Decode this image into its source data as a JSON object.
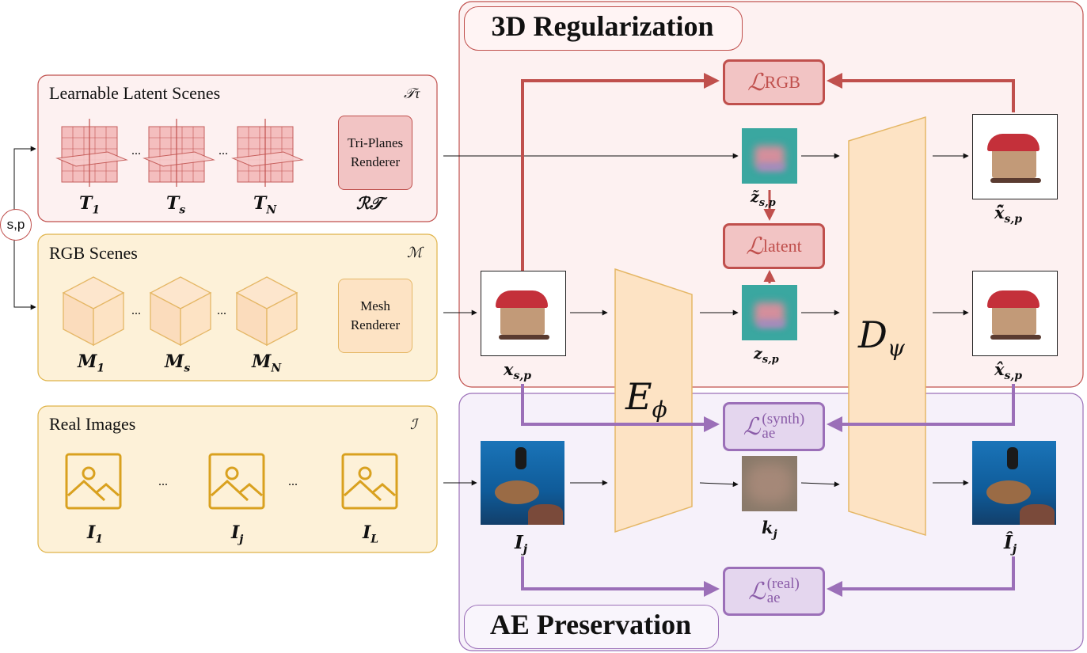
{
  "panels": {
    "regularization_title": "3D Regularization",
    "preservation_title": "AE Preservation",
    "latent_scenes": {
      "title": "Learnable Latent Scenes",
      "symbol": "𝒯τ",
      "renderer": [
        "Tri-Planes",
        "Renderer"
      ],
      "renderer_symbol": "ℛ𝒯",
      "items": [
        "T1",
        "Ts",
        "TN"
      ]
    },
    "rgb_scenes": {
      "title": "RGB Scenes",
      "symbol": "ℳ",
      "renderer": [
        "Mesh",
        "Renderer"
      ],
      "items": [
        "M1",
        "Ms",
        "MN"
      ]
    },
    "real_images": {
      "title": "Real Images",
      "symbol": "ℐ",
      "items": [
        "I1",
        "Ij",
        "IL"
      ]
    }
  },
  "sampler": "s,p",
  "ellipsis": "...",
  "networks": {
    "encoder": "E",
    "encoder_sub": "ϕ",
    "decoder": "D",
    "decoder_sub": "ψ"
  },
  "losses": {
    "rgb": {
      "base": "ℒ",
      "sub": "RGB"
    },
    "latent": {
      "base": "ℒ",
      "sub": "latent"
    },
    "ae_synth": {
      "base": "ℒ",
      "sub": "ae",
      "sup": "(synth)"
    },
    "ae_real": {
      "base": "ℒ",
      "sub": "ae",
      "sup": "(real)"
    }
  },
  "variables": {
    "z_tilde": {
      "base": "z̃",
      "sub": "s,p"
    },
    "z": {
      "base": "z",
      "sub": "s,p"
    },
    "x": {
      "base": "x",
      "sub": "s,p"
    },
    "x_tilde_hat": {
      "base": "x̃̂",
      "sub": "s,p"
    },
    "x_hat": {
      "base": "x̂",
      "sub": "s,p"
    },
    "k": {
      "base": "k",
      "sub": "j"
    },
    "I": {
      "base": "I",
      "sub": "j"
    },
    "I_hat": {
      "base": "Î",
      "sub": "j"
    }
  },
  "colors": {
    "red": "#c0504d",
    "red_fill": "#f2c4c4",
    "red_panel": "#fdf1f1",
    "purple": "#9b6fb8",
    "purple_fill": "#e4d6ee",
    "purple_panel": "#f6f1fa",
    "yellow": "#e0b44a",
    "yellow_fill": "#fbe8bf",
    "peach": "#fde3c4",
    "peach_stroke": "#e5b766"
  }
}
